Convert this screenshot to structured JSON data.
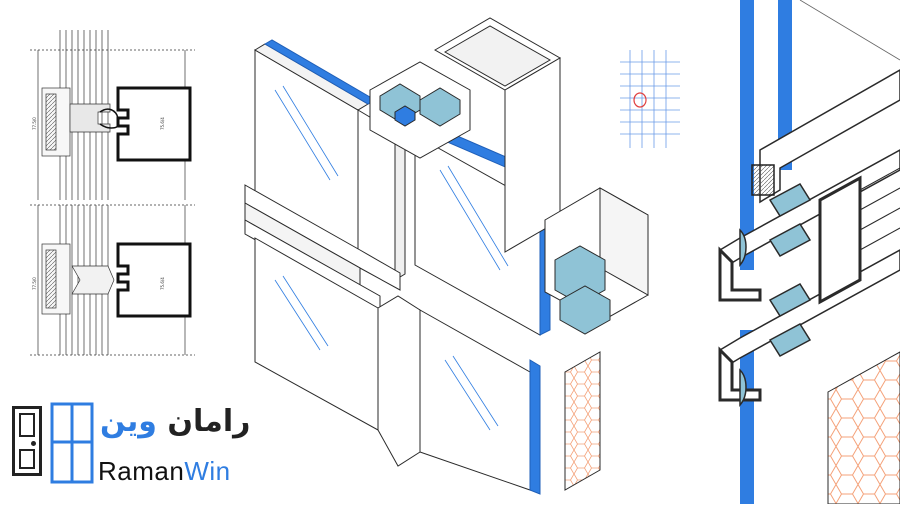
{
  "logo": {
    "name_fa_part1": "رامان",
    "name_fa_part2": "وین",
    "name_en_part1": "Raman",
    "name_en_part2": "Win"
  },
  "colors": {
    "glass_blue": "#2f7de1",
    "line": "#2a2a2a",
    "thermal_break": "#8fc3d6",
    "insulation_orange": "#f4a27a",
    "grid_blue": "#6a9be8",
    "marker_red": "#e04040"
  },
  "drawing": {
    "section_top_label_1": "77.5/0",
    "section_top_label_2": "75.6/4",
    "section_bottom_label_1": "77.5/0",
    "section_bottom_label_2": "75.6/4"
  }
}
